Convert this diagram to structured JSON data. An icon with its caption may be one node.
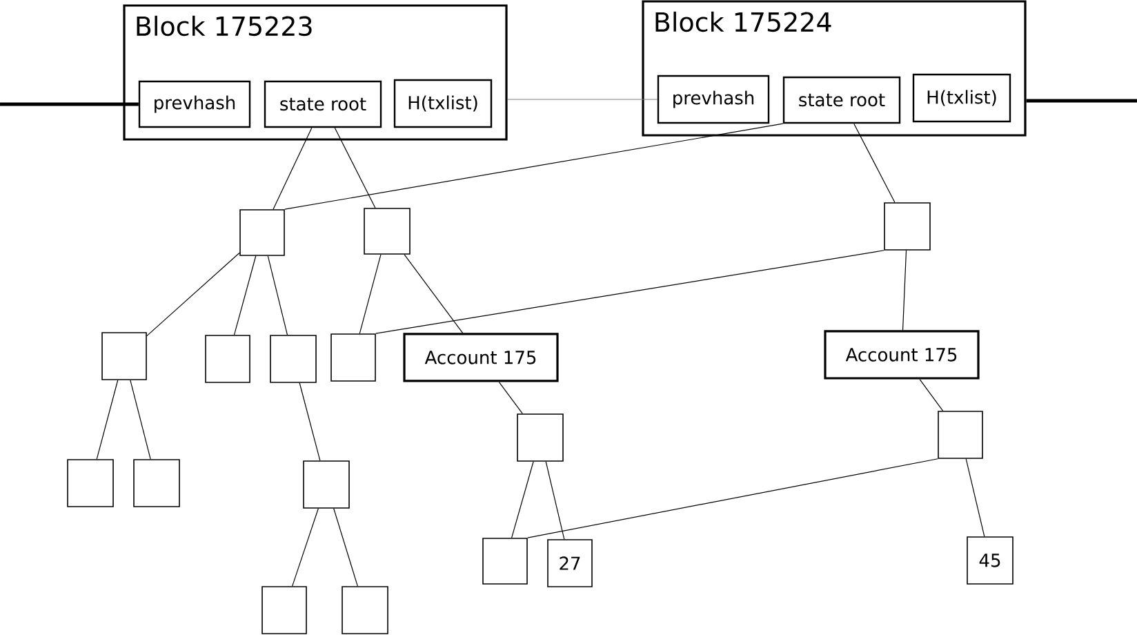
{
  "diagram": {
    "nodes": [
      {
        "text": [
          "Block 175223"
        ]
      },
      {
        "text": [
          "prevhash"
        ],
        "in": 0
      },
      {
        "text": [
          "state root"
        ],
        "in": 0
      },
      {
        "text": [
          "H(txlist)"
        ],
        "in": 0
      },
      {
        "text": [
          "Block 175224"
        ]
      },
      {
        "text": [
          "prevhash"
        ],
        "in": 4
      },
      {
        "text": [
          "state root"
        ],
        "in": 4
      },
      {
        "text": [
          "H(txlist)"
        ],
        "in": 4
      },
      {
        "text": [],
        "shape": "box"
      },
      {
        "text": [],
        "shape": "box"
      },
      {
        "text": [],
        "shape": "box"
      },
      {
        "text": [],
        "shape": "box"
      },
      {
        "text": [],
        "shape": "box"
      },
      {
        "text": [],
        "shape": "box"
      },
      {
        "text": [],
        "shape": "box"
      },
      {
        "text": [
          "Account 175"
        ]
      },
      {
        "text": [
          "Account 175"
        ]
      },
      {
        "text": [],
        "shape": "box"
      },
      {
        "text": [],
        "shape": "box"
      },
      {
        "text": [],
        "shape": "box"
      },
      {
        "text": [],
        "shape": "box"
      },
      {
        "text": [],
        "shape": "box"
      },
      {
        "text": [],
        "shape": "box"
      },
      {
        "text": [
          "27"
        ]
      },
      {
        "text": [
          "45"
        ]
      },
      {
        "text": [],
        "shape": "box"
      },
      {
        "text": [],
        "shape": "box"
      }
    ],
    "edges": [
      {
        "from": null,
        "to": 1,
        "arrow": "none",
        "style": "thick"
      },
      {
        "from": 0,
        "to": 5,
        "arrow": "none",
        "color": "#808080"
      },
      {
        "from": 4,
        "to": null,
        "arrow": "none",
        "style": "thick"
      },
      {
        "from": 2,
        "to": 8,
        "arrow": "none"
      },
      {
        "from": 2,
        "to": 9,
        "arrow": "none"
      },
      {
        "from": 6,
        "to": 8,
        "arrow": "none"
      },
      {
        "from": 6,
        "to": 10,
        "arrow": "none"
      },
      {
        "from": 8,
        "to": 11,
        "arrow": "none"
      },
      {
        "from": 8,
        "to": 12,
        "arrow": "none"
      },
      {
        "from": 8,
        "to": 13,
        "arrow": "none"
      },
      {
        "from": 9,
        "to": 14,
        "arrow": "none"
      },
      {
        "from": 9,
        "to": 15,
        "arrow": "none"
      },
      {
        "from": 10,
        "to": 14,
        "arrow": "none"
      },
      {
        "from": 10,
        "to": 16,
        "arrow": "none"
      },
      {
        "from": 11,
        "to": 19,
        "arrow": "none"
      },
      {
        "from": 11,
        "to": 20,
        "arrow": "none"
      },
      {
        "from": 13,
        "to": 21,
        "arrow": "none"
      },
      {
        "from": 21,
        "to": 25,
        "arrow": "none"
      },
      {
        "from": 21,
        "to": 26,
        "arrow": "none"
      },
      {
        "from": 15,
        "to": 17,
        "arrow": "none"
      },
      {
        "from": 17,
        "to": 22,
        "arrow": "none"
      },
      {
        "from": 17,
        "to": 23,
        "arrow": "none"
      },
      {
        "from": 16,
        "to": 18,
        "arrow": "none"
      },
      {
        "from": 18,
        "to": 22,
        "arrow": "none"
      },
      {
        "from": 18,
        "to": 24,
        "arrow": "none"
      }
    ]
  }
}
